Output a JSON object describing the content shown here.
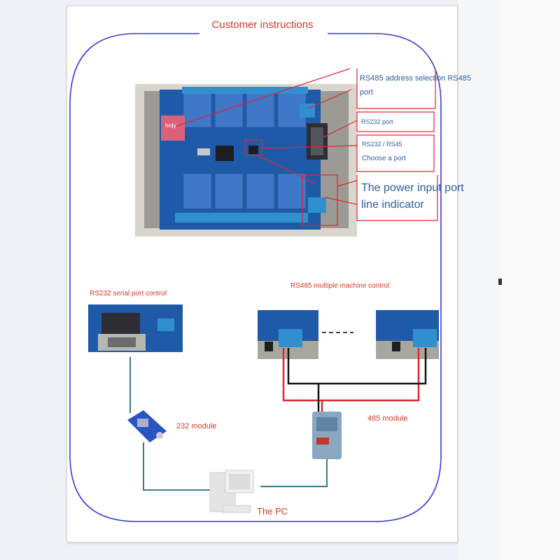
{
  "title": "Customer instructions",
  "callouts": {
    "address_line1": "RS485 address selection RS485",
    "address_line2": "port",
    "rs232_port": "RS232 port",
    "choose_line1": "RS232 / RS45",
    "choose_line2": "Choose a port",
    "power_line1": "The power input port",
    "power_line2": "line indicator",
    "board_tag": "hrdy"
  },
  "sections": {
    "rs232": "RS232 serial port control",
    "rs485": "RS485 multiple machine control"
  },
  "modules": {
    "m232": "232 module",
    "m485": "485 module",
    "pc": "The PC"
  },
  "colors": {
    "title": "#d23a2a",
    "frame": "#3b3bd4",
    "callout_text": "#2e5d9e",
    "callout_box": "#e0262d",
    "wire_red": "#e0262d",
    "wire_black": "#111111",
    "cable_teal": "#3b7a8c",
    "pcb_blue": "#1f5aa8"
  }
}
